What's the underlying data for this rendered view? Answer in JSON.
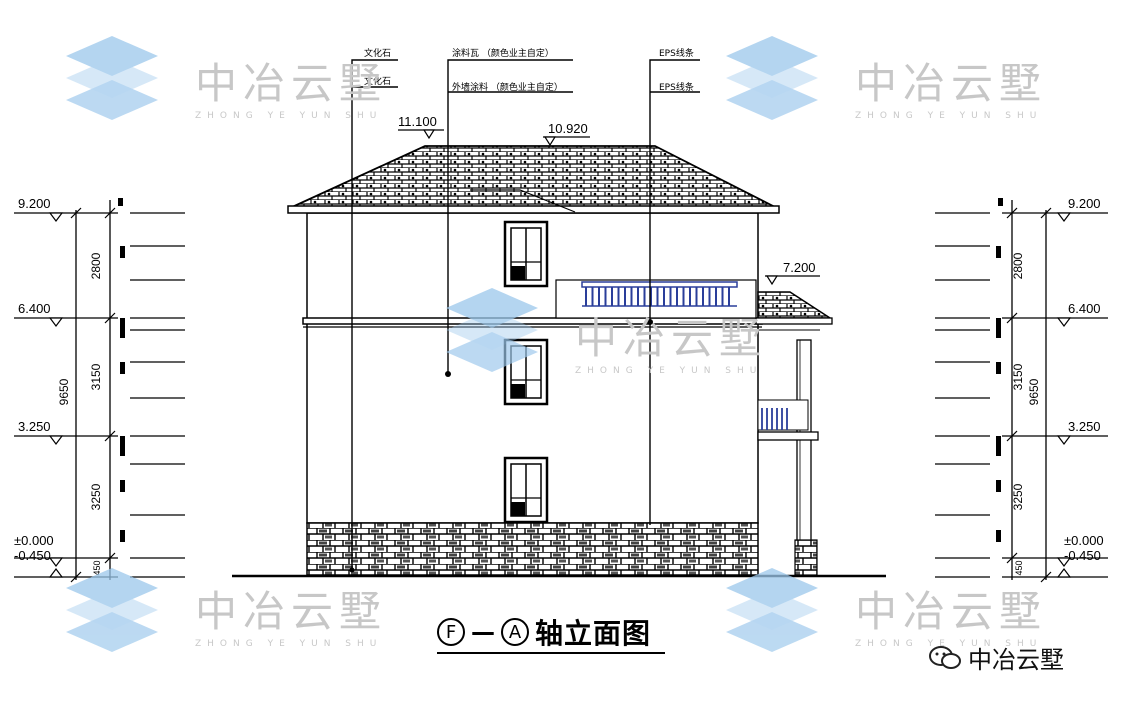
{
  "watermark": {
    "name": "中冶云墅",
    "pinyin": "ZHONG YE YUN SHU"
  },
  "annotations": {
    "label_1": "文化石",
    "label_2": "文化石",
    "label_3": "涂料瓦 （颜色业主自定）",
    "label_4": "外墙涂料 （颜色业主自定）",
    "label_5": "EPS线条",
    "label_6": "EPS线条"
  },
  "elevations": {
    "roof_ridge": "11.100",
    "roof_top": "10.920",
    "porch_roof": "7.200",
    "left": [
      "9.200",
      "6.400",
      "3.250",
      "±0.000",
      "-0.450"
    ],
    "right": [
      "9.200",
      "6.400",
      "3.250",
      "±0.000",
      "-0.450"
    ]
  },
  "dimensions": {
    "floor3": "2800",
    "floor2": "3150",
    "floor1": "3250",
    "plinth": "450",
    "total": "9650"
  },
  "title": {
    "axis_from": "F",
    "axis_to": "A",
    "separator": "—",
    "text": "轴立面图"
  },
  "logo": {
    "name": "中冶云墅"
  },
  "colors": {
    "watermark_blue": "#9cc8ec",
    "watermark_text": "#c8c8c8",
    "line": "#000000",
    "railing": "#2a3e9a"
  }
}
